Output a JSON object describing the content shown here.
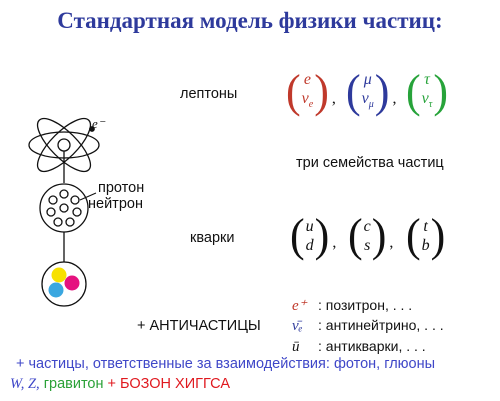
{
  "title": "Стандартная модель физики частиц:",
  "labels": {
    "leptons": "лептоны",
    "families": "три семейства частиц",
    "quarks": "кварки",
    "proton": "протон",
    "neutron": "нейтрон",
    "electron": "e⁻",
    "antiparticles": "+ АНТИЧАСТИЦЫ"
  },
  "leptons": [
    {
      "top": "e",
      "bottom": "ν",
      "sub": "e",
      "color": "#c0392b",
      "sep": ","
    },
    {
      "top": "μ",
      "bottom": "ν",
      "sub": "μ",
      "color": "#2e3a9c",
      "sep": ","
    },
    {
      "top": "τ",
      "bottom": "ν",
      "sub": "τ",
      "color": "#27a33a",
      "sep": ""
    }
  ],
  "quarks": [
    {
      "top": "u",
      "bottom": "d",
      "sep": ","
    },
    {
      "top": "c",
      "bottom": "s",
      "sep": ","
    },
    {
      "top": "t",
      "bottom": "b",
      "sep": ""
    }
  ],
  "antiparticles": [
    {
      "symbol": "e⁺",
      "text": ": позитрон, . . .",
      "color": "#c0392b"
    },
    {
      "symbol": "ν̄ₑ",
      "text": ": антинейтрино, . . .",
      "color": "#2e3a9c"
    },
    {
      "symbol": "ū",
      "text": ": антикварки, . . .",
      "color": "#111111"
    }
  ],
  "bottom": {
    "line1": "+ частицы, ответственные за взаимодействия: фотон, глюоны",
    "line2_a": "W, Z,",
    "line2_b": "гравитон",
    "line2_c": "+ БОЗОН ХИГГСА"
  },
  "colors": {
    "title": "#2e3a9c",
    "blue": "#3f47c8",
    "green": "#2aa137",
    "red": "#e0191f",
    "quark_yellow": "#f7e100",
    "quark_magenta": "#e5127f",
    "quark_blue": "#3aa7e0"
  }
}
